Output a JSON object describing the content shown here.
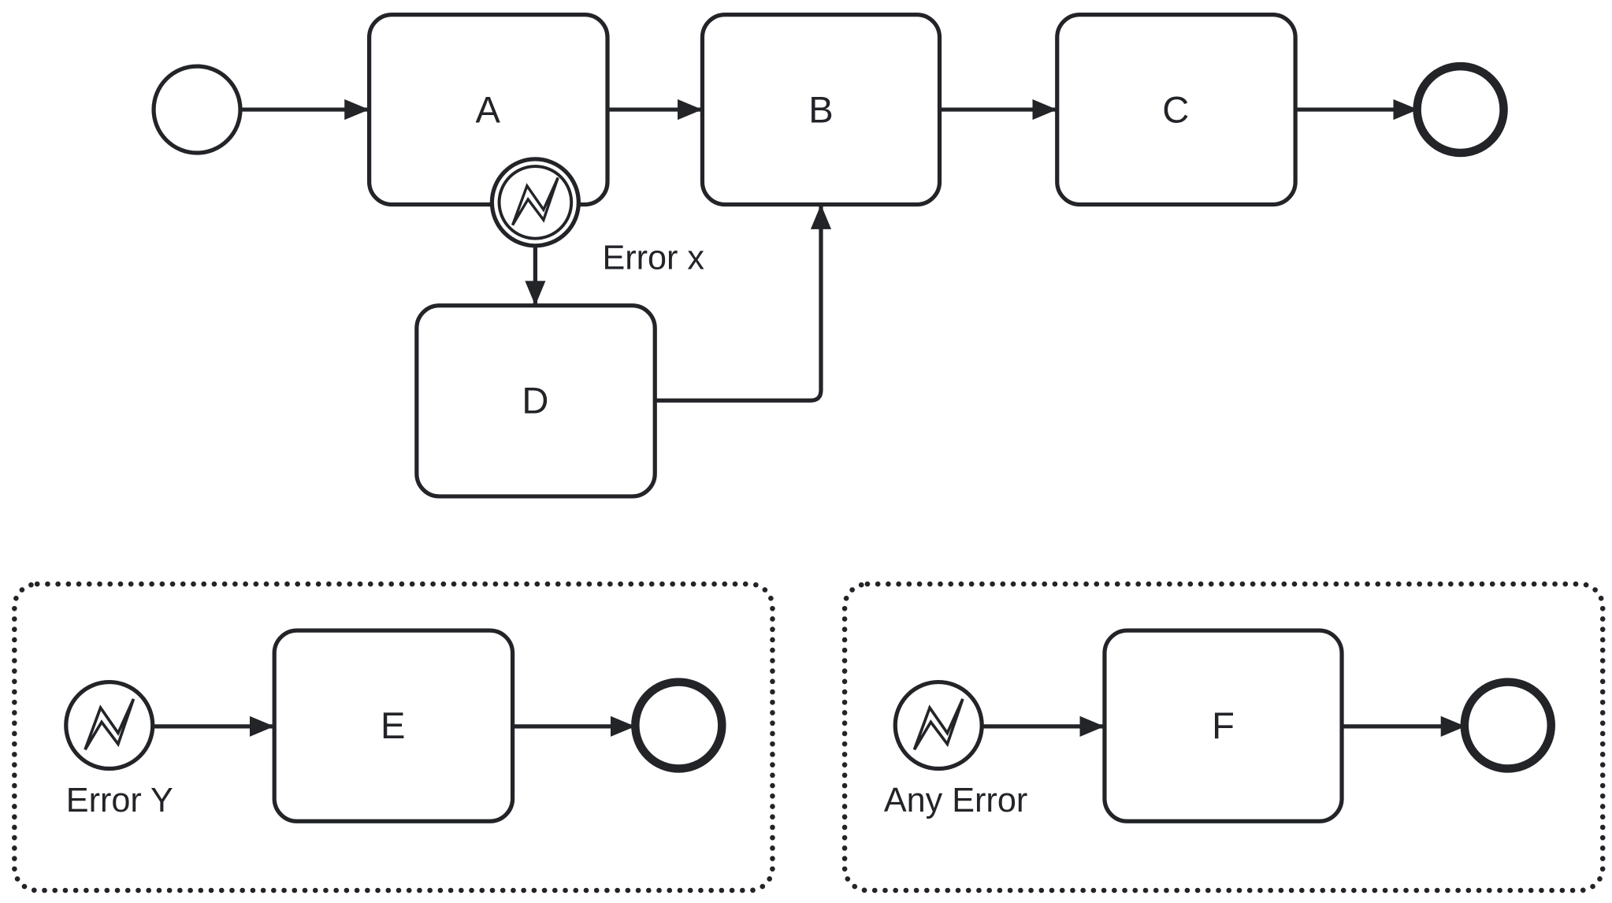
{
  "colors": {
    "stroke": "#222428",
    "fill": "#ffffff",
    "text": "#222428"
  },
  "tasks": {
    "a": "A",
    "b": "B",
    "c": "C",
    "d": "D",
    "e": "E",
    "f": "F"
  },
  "event_labels": {
    "boundary_error": "Error x",
    "subprocess_error_y": "Error Y",
    "subprocess_any_error": "Any Error"
  },
  "icons": {
    "error_event": "lightning-bolt-icon"
  }
}
